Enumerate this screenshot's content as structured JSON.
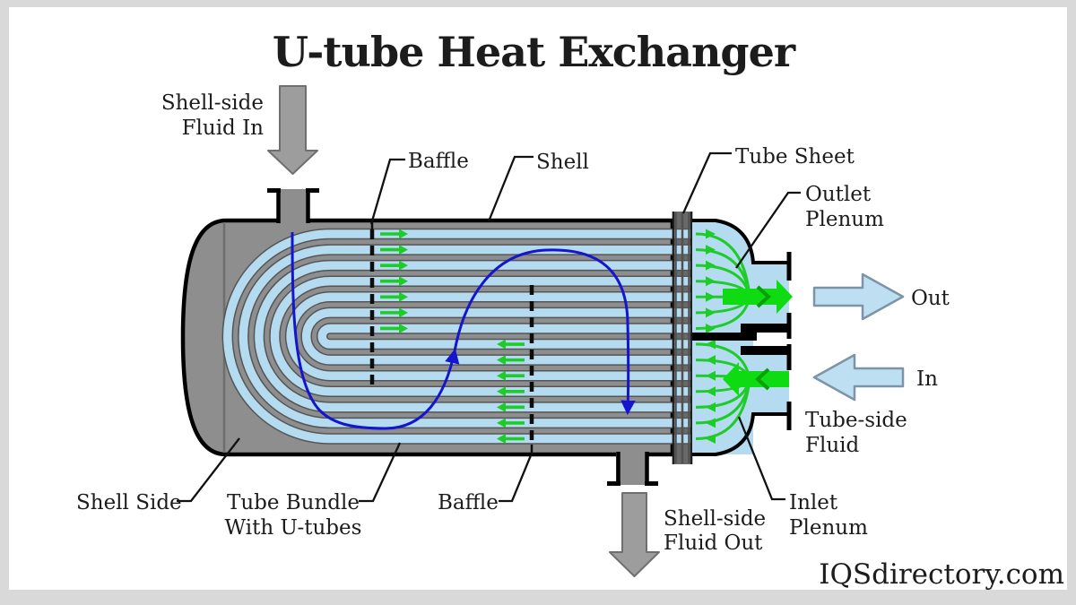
{
  "title": "U-tube Heat Exchanger",
  "watermark": "IQSdirectory.com",
  "colors": {
    "frame_gray": "#d9d9d9",
    "shell_gray": "#8e8e8e",
    "tube_sheet_gray": "#696969",
    "fluid_blue": "#b4dbf0",
    "flow_green": "#1ecb28",
    "thick_arrow_green": "#0fdb12",
    "shell_flow_blue": "#1515cd",
    "block_arrow_blue": "#bedff2",
    "block_arrow_outline": "#7b94a8",
    "gray_arrow": "#9d9d9d",
    "gray_arrow_outline": "#6f6f6f",
    "text_black": "#1c1c1c"
  },
  "labels": {
    "shell_side_fluid_in": [
      "Shell-side",
      "Fluid In"
    ],
    "baffle_top": "Baffle",
    "shell": "Shell",
    "tube_sheet": "Tube Sheet",
    "outlet_plenum": [
      "Outlet",
      "Plenum"
    ],
    "out": "Out",
    "in": "In",
    "tube_side_fluid": [
      "Tube-side",
      "Fluid"
    ],
    "inlet_plenum": [
      "Inlet",
      "Plenum"
    ],
    "shell_side": "Shell Side",
    "tube_bundle": [
      "Tube Bundle",
      "With U-tubes"
    ],
    "baffle_bottom": "Baffle",
    "shell_side_fluid_out": [
      "Shell-side",
      "Fluid Out"
    ]
  }
}
